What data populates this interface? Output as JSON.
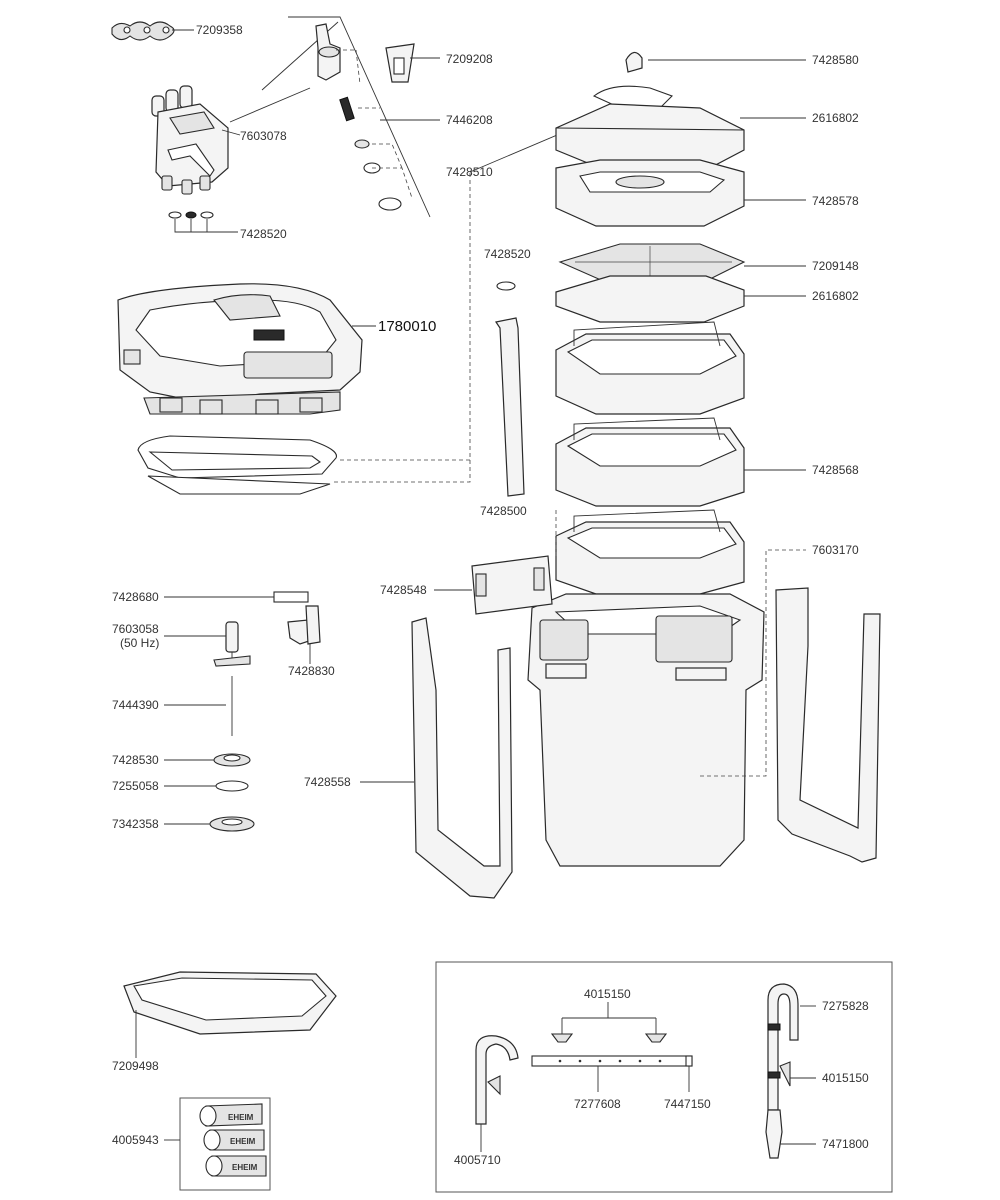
{
  "labels": {
    "p7209358": "7209358",
    "p7209208": "7209208",
    "p7446208": "7446208",
    "p7603078": "7603078",
    "p7428520a": "7428520",
    "p7428510": "7428510",
    "p7428520b": "7428520",
    "p1780010": "1780010",
    "p7428580": "7428580",
    "p2616802a": "2616802",
    "p7428578": "7428578",
    "p7209148": "7209148",
    "p2616802b": "2616802",
    "p7428568": "7428568",
    "p7428500": "7428500",
    "p7603170": "7603170",
    "p7428548": "7428548",
    "p7428680": "7428680",
    "p7603058": "7603058",
    "p7603058_note": "(50 Hz)",
    "p7428830": "7428830",
    "p7444390": "7444390",
    "p7428530": "7428530",
    "p7255058": "7255058",
    "p7428558": "7428558",
    "p7342358": "7342358",
    "p7209498": "7209498",
    "p4005943": "4005943",
    "p4015150a": "4015150",
    "p7275828": "7275828",
    "p4015150b": "4015150",
    "p7277608": "7277608",
    "p7447150": "7447150",
    "p4005710": "4005710",
    "p7471800": "7471800"
  },
  "hose_brand": "EHEIM"
}
